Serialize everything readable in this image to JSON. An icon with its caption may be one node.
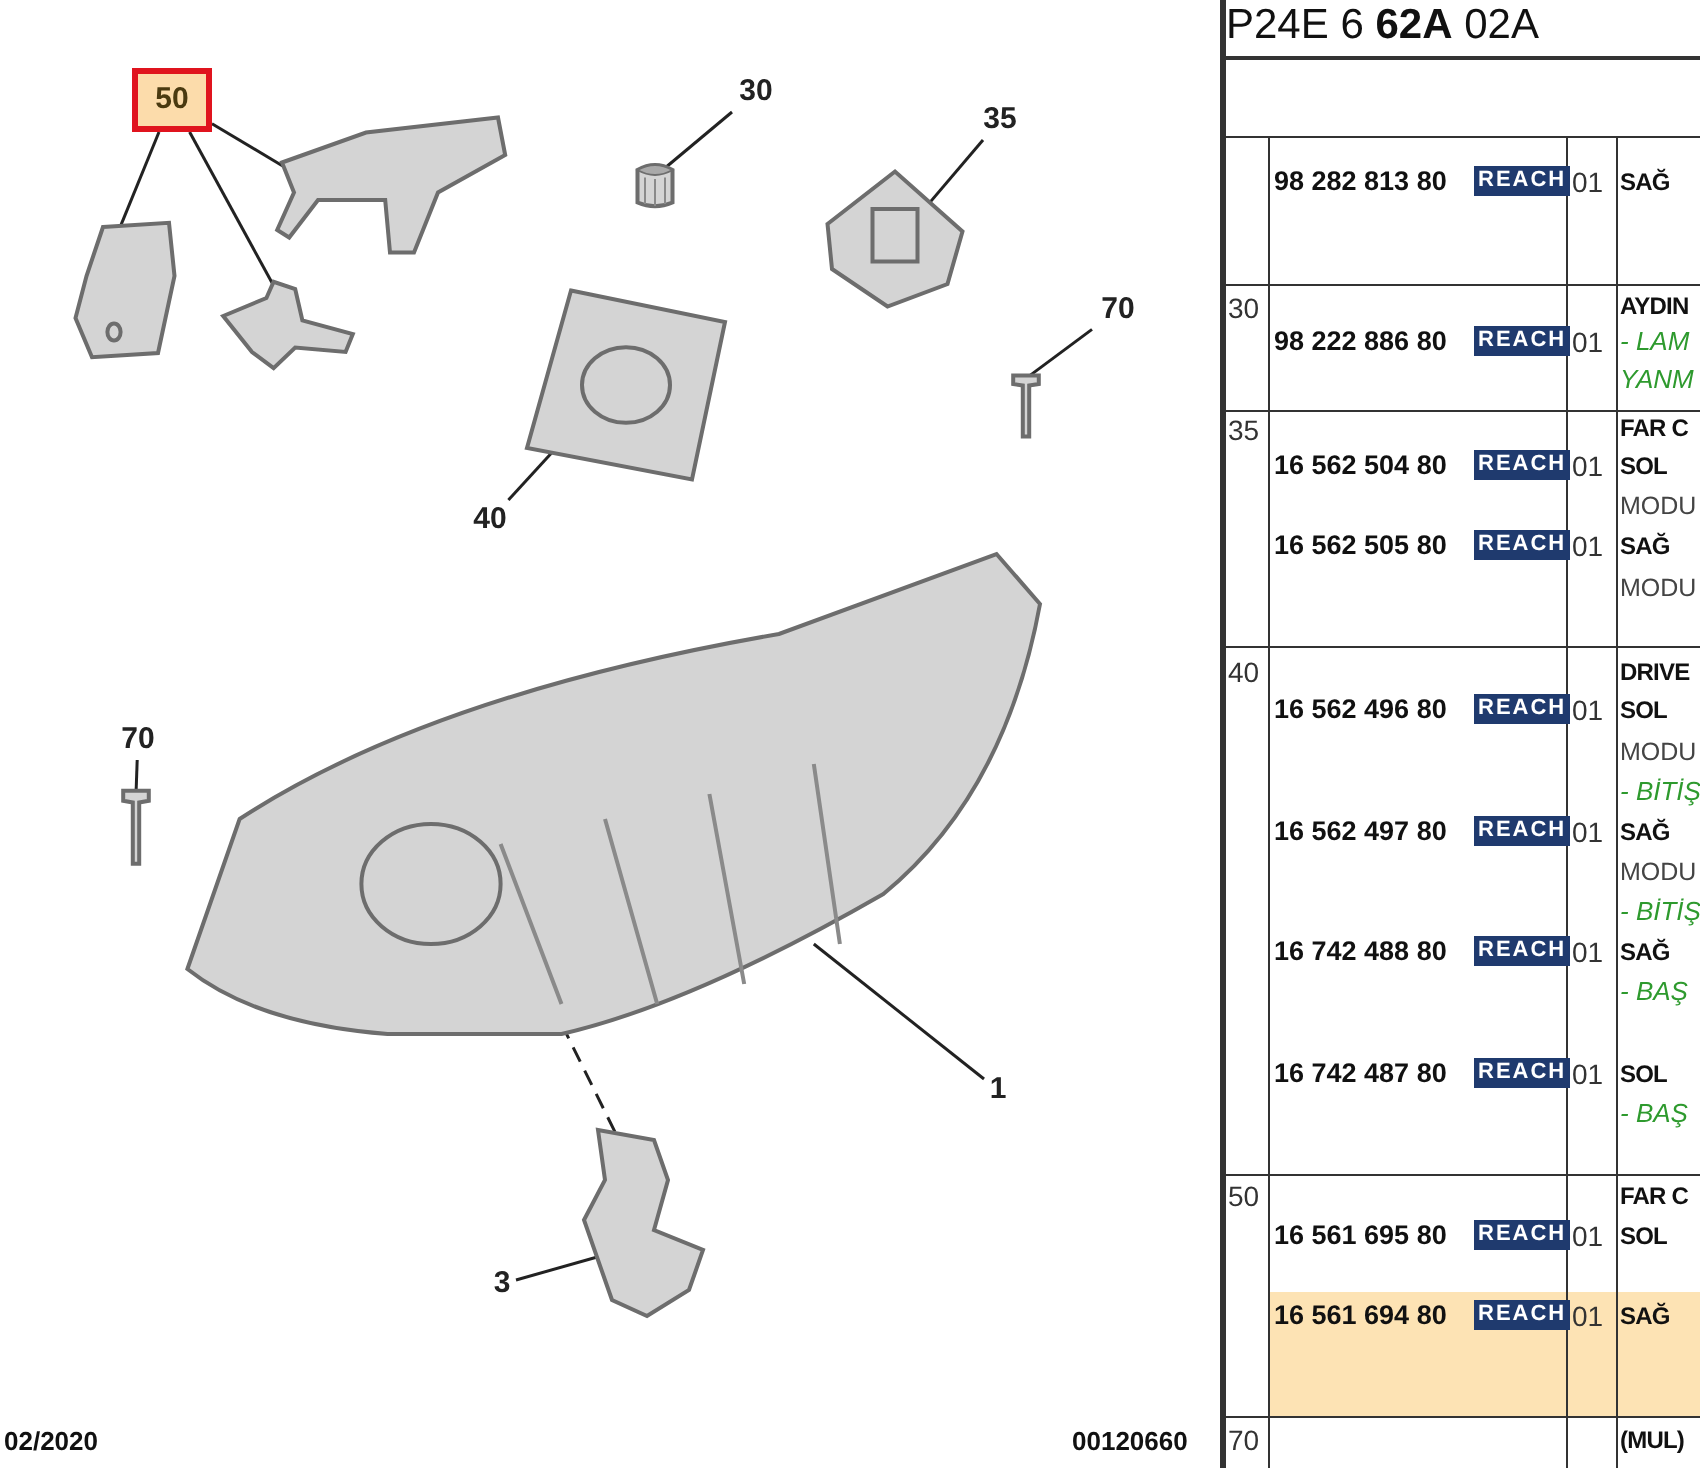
{
  "diagram": {
    "nodes": [
      {
        "text": [
          "50"
        ]
      },
      {
        "text": [],
        "shape": "picture"
      },
      {
        "text": [],
        "shape": "picture"
      },
      {
        "text": [],
        "shape": "picture"
      },
      {
        "text": [
          "30"
        ]
      },
      {
        "text": [],
        "shape": "picture"
      },
      {
        "text": [
          "35"
        ]
      },
      {
        "text": [],
        "shape": "picture"
      },
      {
        "text": [
          "70"
        ]
      },
      {
        "text": [],
        "shape": "picture"
      },
      {
        "text": [
          "40"
        ]
      },
      {
        "text": [],
        "shape": "picture"
      },
      {
        "text": [],
        "shape": "picture"
      },
      {
        "text": [
          "1"
        ]
      },
      {
        "text": [
          "70"
        ]
      },
      {
        "text": [],
        "shape": "picture"
      },
      {
        "text": [
          "3"
        ]
      },
      {
        "text": [],
        "shape": "picture"
      }
    ],
    "edges": [
      {
        "from": 0,
        "to": 1,
        "arrow": "none"
      },
      {
        "from": 0,
        "to": 2,
        "arrow": "none"
      },
      {
        "from": 0,
        "to": 3,
        "arrow": "none"
      },
      {
        "from": 4,
        "to": 5,
        "arrow": "none"
      },
      {
        "from": 6,
        "to": 7,
        "arrow": "none"
      },
      {
        "from": 8,
        "to": 9,
        "arrow": "none"
      },
      {
        "from": 10,
        "to": 11,
        "arrow": "none"
      },
      {
        "from": 13,
        "to": 12,
        "arrow": "none"
      },
      {
        "from": 14,
        "to": 15,
        "arrow": "none"
      },
      {
        "from": 16,
        "to": 17,
        "arrow": "none"
      },
      {
        "from": 12,
        "to": 17,
        "arrow": "none",
        "style": "dashed"
      }
    ],
    "labels": [
      "P24E 6 **62A** 02A",
      "98 282 813 80",
      "REACH",
      "01",
      "SAĞ",
      "30",
      "AYDIN",
      "98 222 886 80",
      "REACH",
      "01",
      "- LAM",
      "YANM",
      "35",
      "FAR C",
      "16 562 504 80",
      "REACH",
      "01",
      "SOL",
      "MODU",
      "16 562 505 80",
      "REACH",
      "01",
      "SAĞ",
      "MODU",
      "40",
      "DRIVE",
      "16 562 496 80",
      "REACH",
      "01",
      "SOL",
      "MODU",
      "- BİTİŞ",
      "16 562 497 80",
      "REACH",
      "01",
      "SAĞ",
      "MODU",
      "- BİTİŞ",
      "16 742 488 80",
      "REACH",
      "01",
      "SAĞ",
      "- BAŞ",
      "16 742 487 80",
      "REACH",
      "01",
      "SOL",
      "- BAŞ",
      "50",
      "FAR C",
      "16 561 695 80",
      "REACH",
      "01",
      "SOL",
      "16 561 694 80",
      "REACH",
      "01",
      "SAĞ",
      "02/2020",
      "00120660",
      "70",
      "(MUL)"
    ]
  }
}
